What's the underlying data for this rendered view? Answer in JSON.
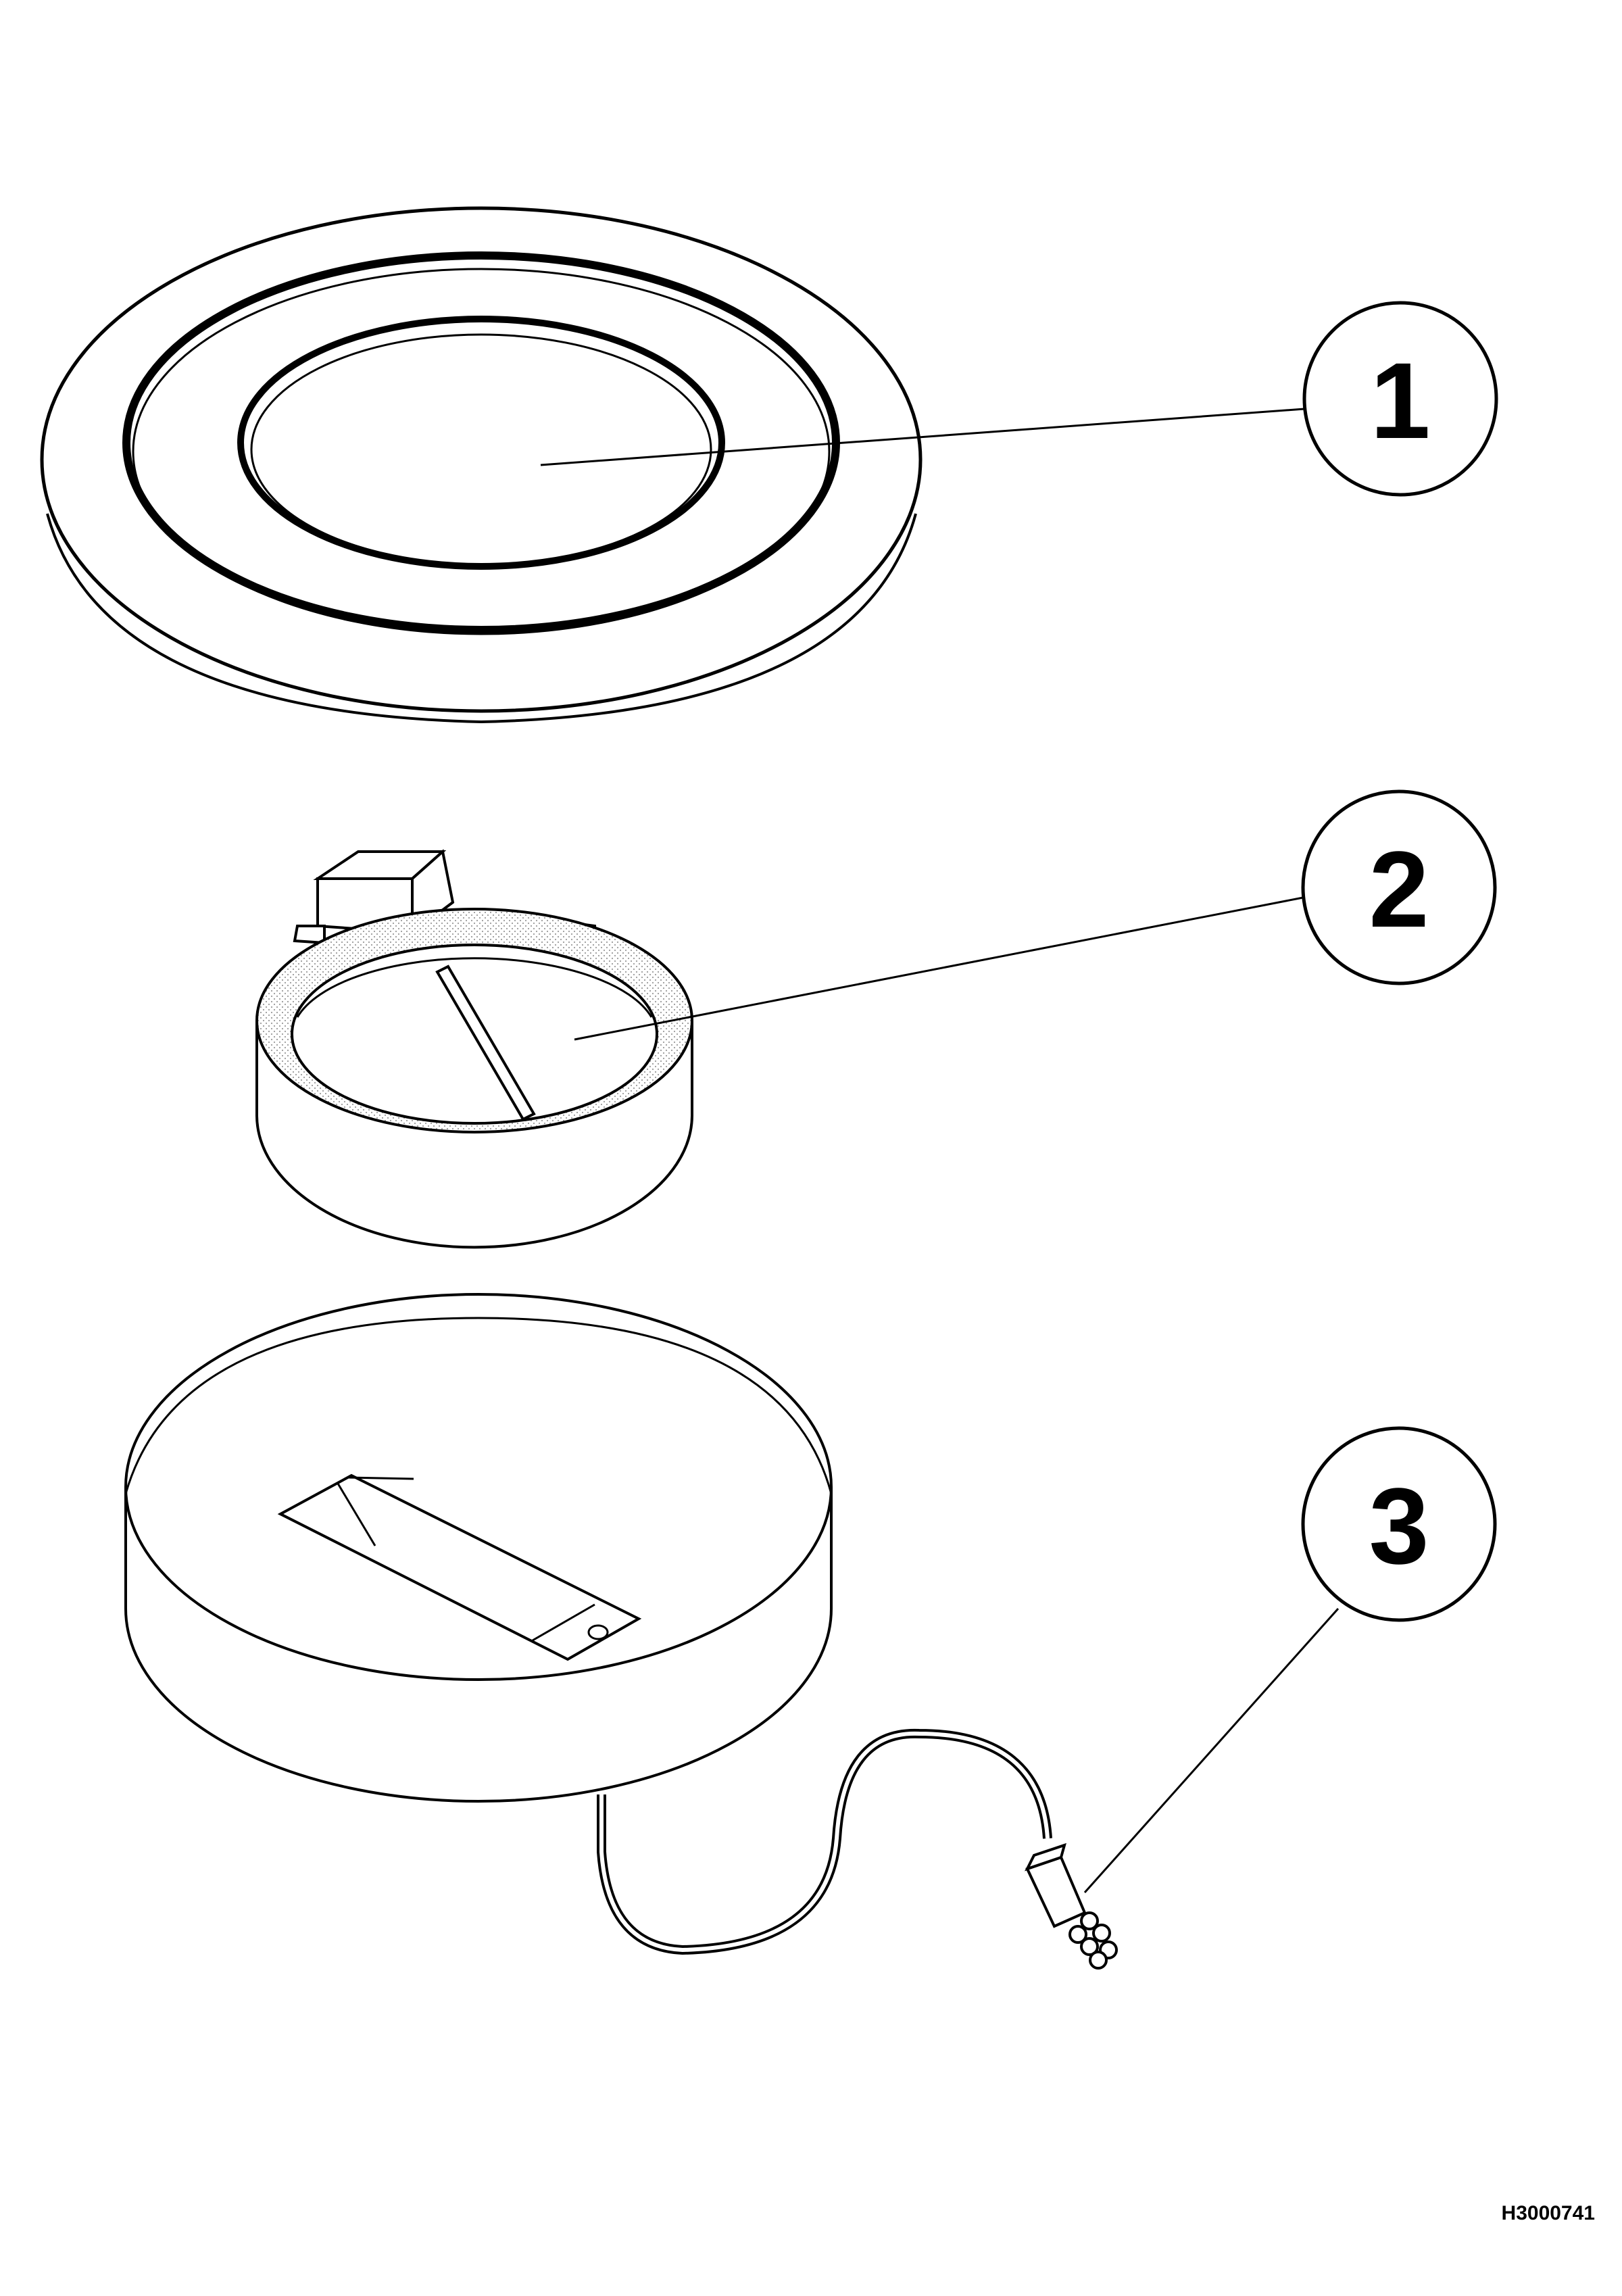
{
  "colors": {
    "line": "#000000",
    "paper": "#ffffff",
    "dotted_fill": "#bdbdbd"
  },
  "callouts": [
    {
      "number": "1",
      "part": "trim-ring-lens"
    },
    {
      "number": "2",
      "part": "lamp-ring-assembly"
    },
    {
      "number": "3",
      "part": "housing-with-cable"
    }
  ],
  "reference_code": "H3000741"
}
